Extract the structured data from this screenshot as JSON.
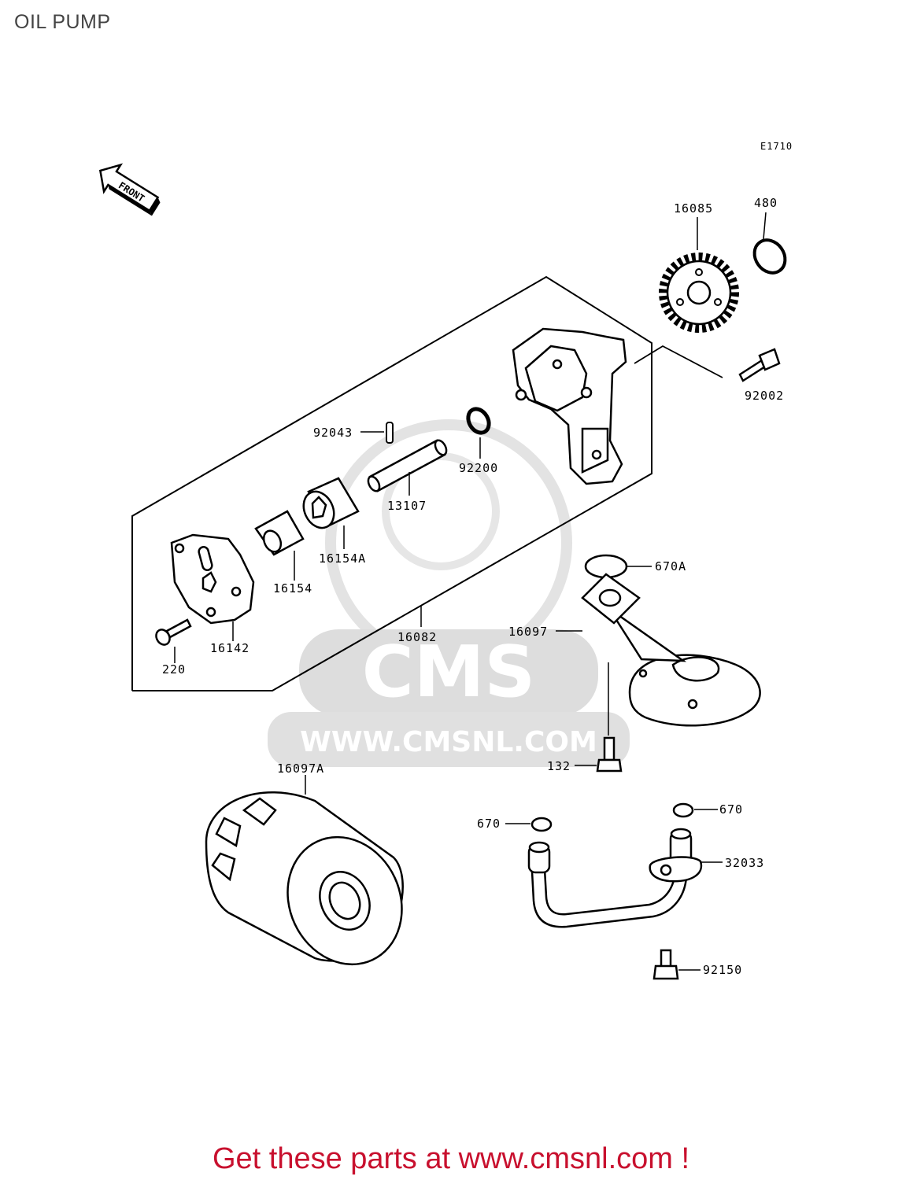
{
  "page": {
    "title": "OIL PUMP",
    "footer": "Get these parts at www.cmsnl.com !"
  },
  "diagram": {
    "code": "E1710",
    "front_label": "FRONT",
    "watermark": {
      "brand": "CMS",
      "url": "WWW.CMSNL.COM"
    },
    "part_numbers": {
      "p16085": "16085",
      "p480": "480",
      "p92002": "92002",
      "p92043": "92043",
      "p92200": "92200",
      "p13107": "13107",
      "p16154A": "16154A",
      "p16154": "16154",
      "p16142": "16142",
      "p220": "220",
      "p16082": "16082",
      "p670A": "670A",
      "p16097": "16097",
      "p132": "132",
      "p16097A": "16097A",
      "p670_left": "670",
      "p670_right": "670",
      "p32033": "32033",
      "p92150": "92150"
    }
  },
  "colors": {
    "footer": "#c8102e",
    "title": "#444444",
    "watermark": "#d6d6d6"
  }
}
